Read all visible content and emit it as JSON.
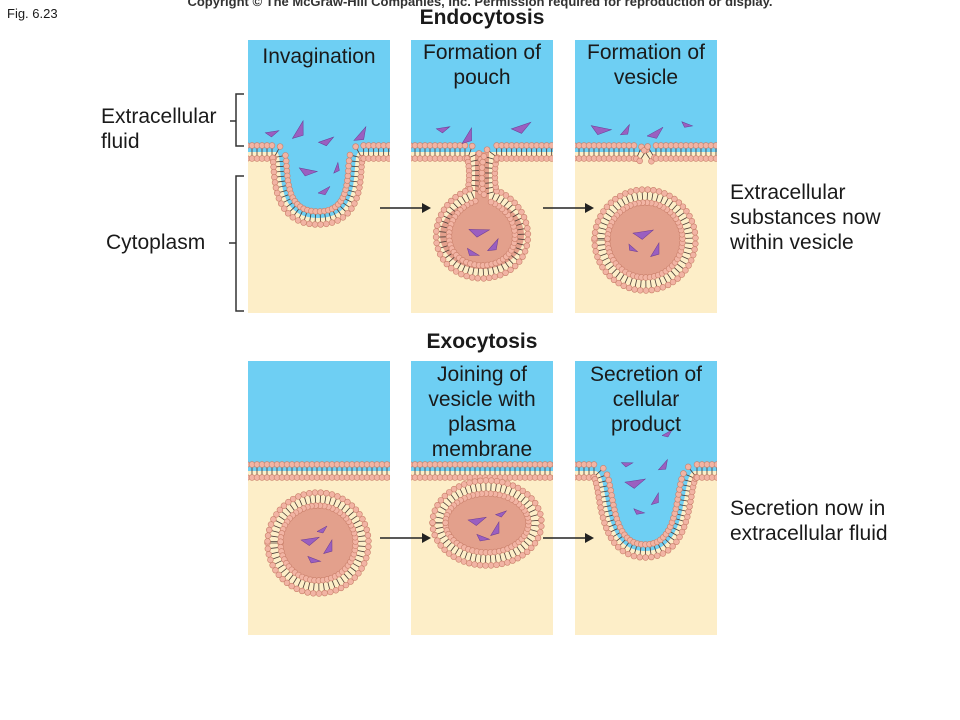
{
  "fig_label": "Fig. 6.23",
  "copyright": "Copyright © The McGraw-Hill Companies, Inc. Permission required for reproduction or display.",
  "endocytosis": {
    "title": "Endocytosis",
    "panels": [
      "Invagination",
      "Formation of pouch",
      "Formation of vesicle"
    ],
    "left_labels": [
      "Extracellular fluid",
      "Cytoplasm"
    ],
    "right_label": "Extracellular substances now within vesicle"
  },
  "exocytosis": {
    "title": "Exocytosis",
    "panels": [
      "",
      "Joining of vesicle with plasma membrane",
      "Secretion of cellular product"
    ],
    "right_label": "Secretion now in extracellular fluid"
  },
  "colors": {
    "fluid": "#6ecff3",
    "cytoplasm": "#fdeec8",
    "membrane_bead": "#f2b4a4",
    "vesicle_inner": "#e3a08c",
    "particle": "#9a5fc0"
  }
}
